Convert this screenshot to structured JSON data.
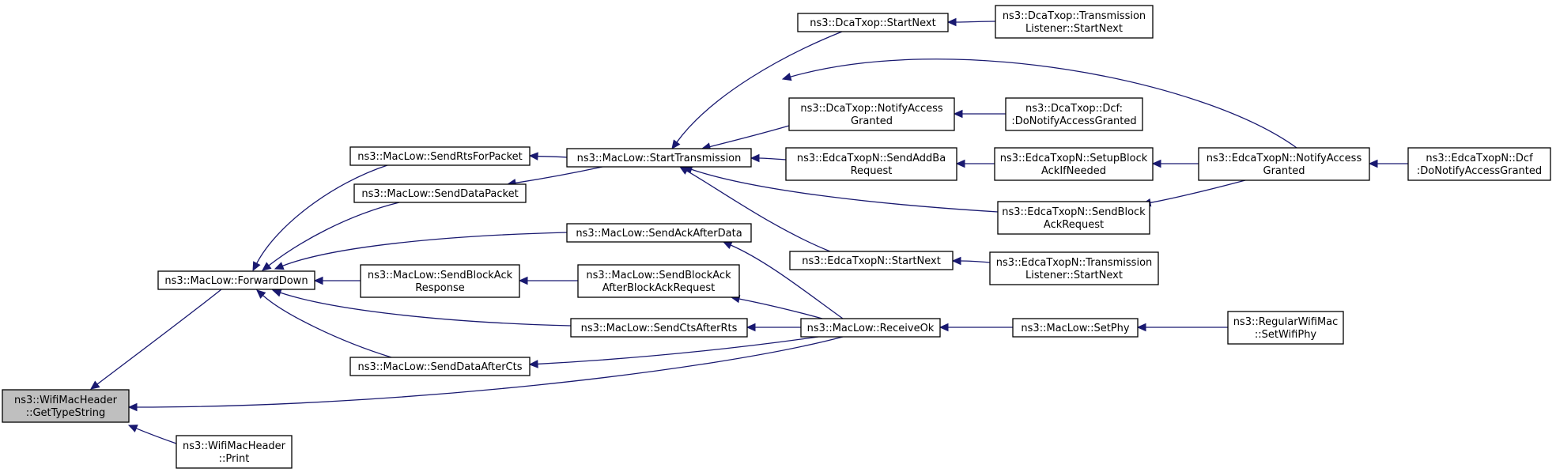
{
  "graph": {
    "nodes": [
      {
        "id": "gettypestring",
        "lines": [
          "ns3::WifiMacHeader",
          "::GetTypeString"
        ],
        "highlighted": true
      },
      {
        "id": "print",
        "lines": [
          "ns3::WifiMacHeader",
          "::Print"
        ]
      },
      {
        "id": "forwarddown",
        "lines": [
          "ns3::MacLow::ForwardDown"
        ]
      },
      {
        "id": "sendrtsforpacket",
        "lines": [
          "ns3::MacLow::SendRtsForPacket"
        ]
      },
      {
        "id": "senddatapacket",
        "lines": [
          "ns3::MacLow::SendDataPacket"
        ]
      },
      {
        "id": "sendblockackresponse",
        "lines": [
          "ns3::MacLow::SendBlockAck",
          "Response"
        ]
      },
      {
        "id": "senddataaftercts",
        "lines": [
          "ns3::MacLow::SendDataAfterCts"
        ]
      },
      {
        "id": "starttransmission",
        "lines": [
          "ns3::MacLow::StartTransmission"
        ]
      },
      {
        "id": "sendackafterdata",
        "lines": [
          "ns3::MacLow::SendAckAfterData"
        ]
      },
      {
        "id": "sendblockackafterbar",
        "lines": [
          "ns3::MacLow::SendBlockAck",
          "AfterBlockAckRequest"
        ]
      },
      {
        "id": "sendctsafterrts",
        "lines": [
          "ns3::MacLow::SendCtsAfterRts"
        ]
      },
      {
        "id": "dcastartnext",
        "lines": [
          "ns3::DcaTxop::StartNext"
        ]
      },
      {
        "id": "dcanotify",
        "lines": [
          "ns3::DcaTxop::NotifyAccess",
          "Granted"
        ]
      },
      {
        "id": "edcasendaddba",
        "lines": [
          "ns3::EdcaTxopN::SendAddBa",
          "Request"
        ]
      },
      {
        "id": "edcastartnext",
        "lines": [
          "ns3::EdcaTxopN::StartNext"
        ]
      },
      {
        "id": "receiveok",
        "lines": [
          "ns3::MacLow::ReceiveOk"
        ]
      },
      {
        "id": "dcatlstartnext",
        "lines": [
          "ns3::DcaTxop::Transmission",
          "Listener::StartNext"
        ]
      },
      {
        "id": "dcadonotify",
        "lines": [
          "ns3::DcaTxop::Dcf:",
          ":DoNotifyAccessGranted"
        ]
      },
      {
        "id": "edcasetupblockack",
        "lines": [
          "ns3::EdcaTxopN::SetupBlock",
          "AckIfNeeded"
        ]
      },
      {
        "id": "edcasendblockackreq",
        "lines": [
          "ns3::EdcaTxopN::SendBlock",
          "AckRequest"
        ]
      },
      {
        "id": "edcatlstartnext",
        "lines": [
          "ns3::EdcaTxopN::Transmission",
          "Listener::StartNext"
        ]
      },
      {
        "id": "setphy",
        "lines": [
          "ns3::MacLow::SetPhy"
        ]
      },
      {
        "id": "edcanotify",
        "lines": [
          "ns3::EdcaTxopN::NotifyAccess",
          "Granted"
        ]
      },
      {
        "id": "edcadcfdonotify",
        "lines": [
          "ns3::EdcaTxopN::Dcf",
          ":DoNotifyAccessGranted"
        ]
      },
      {
        "id": "setwifiphy",
        "lines": [
          "ns3::RegularWifiMac",
          "::SetWifiPhy"
        ]
      }
    ],
    "edges": [
      {
        "from": "forwarddown",
        "to": "gettypestring"
      },
      {
        "from": "receiveok",
        "to": "gettypestring"
      },
      {
        "from": "print",
        "to": "gettypestring"
      },
      {
        "from": "sendrtsforpacket",
        "to": "forwarddown"
      },
      {
        "from": "senddatapacket",
        "to": "forwarddown"
      },
      {
        "from": "sendackafterdata",
        "to": "forwarddown"
      },
      {
        "from": "sendblockackresponse",
        "to": "forwarddown"
      },
      {
        "from": "sendctsafterrts",
        "to": "forwarddown"
      },
      {
        "from": "senddataaftercts",
        "to": "forwarddown"
      },
      {
        "from": "starttransmission",
        "to": "sendrtsforpacket"
      },
      {
        "from": "starttransmission",
        "to": "senddatapacket"
      },
      {
        "from": "sendblockackafterbar",
        "to": "sendblockackresponse"
      },
      {
        "from": "receiveok",
        "to": "senddataaftercts"
      },
      {
        "from": "dcastartnext",
        "to": "starttransmission"
      },
      {
        "from": "edcanotify",
        "to": "starttransmission"
      },
      {
        "from": "dcanotify",
        "to": "starttransmission"
      },
      {
        "from": "edcasendaddba",
        "to": "starttransmission"
      },
      {
        "from": "edcasendblockackreq",
        "to": "starttransmission"
      },
      {
        "from": "edcastartnext",
        "to": "starttransmission"
      },
      {
        "from": "receiveok",
        "to": "sendackafterdata"
      },
      {
        "from": "receiveok",
        "to": "sendblockackafterbar"
      },
      {
        "from": "receiveok",
        "to": "sendctsafterrts"
      },
      {
        "from": "dcatlstartnext",
        "to": "dcastartnext"
      },
      {
        "from": "dcadonotify",
        "to": "dcanotify"
      },
      {
        "from": "edcasetupblockack",
        "to": "edcasendaddba"
      },
      {
        "from": "edcatlstartnext",
        "to": "edcastartnext"
      },
      {
        "from": "setphy",
        "to": "receiveok"
      },
      {
        "from": "edcanotify",
        "to": "edcasetupblockack"
      },
      {
        "from": "edcanotify",
        "to": "edcasendblockackreq"
      },
      {
        "from": "setwifiphy",
        "to": "setphy"
      },
      {
        "from": "edcadcfdonotify",
        "to": "edcanotify"
      }
    ]
  }
}
